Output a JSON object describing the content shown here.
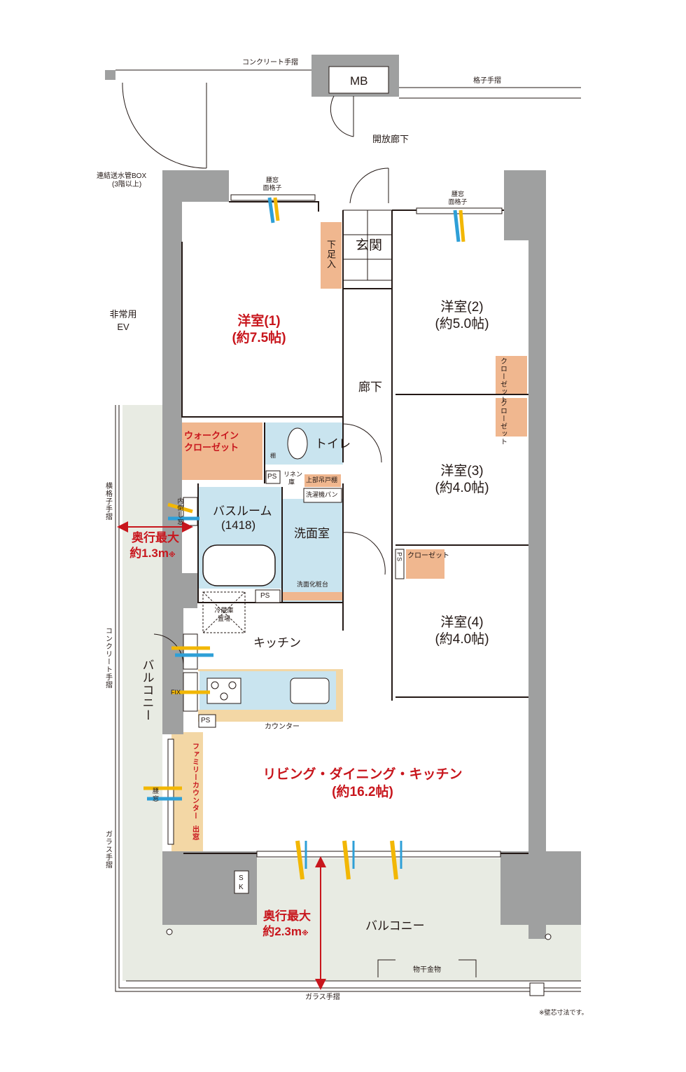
{
  "rooms": {
    "western1": {
      "name": "洋室(1)",
      "size": "(約7.5帖)"
    },
    "western2": {
      "name": "洋室(2)",
      "size": "(約5.0帖)"
    },
    "western3": {
      "name": "洋室(3)",
      "size": "(約4.0帖)"
    },
    "western4": {
      "name": "洋室(4)",
      "size": "(約4.0帖)"
    },
    "ldk": {
      "name": "リビング・ダイニング・キッチン",
      "size": "(約16.2帖)"
    },
    "walkin": {
      "line1": "ウォークイン",
      "line2": "クローゼット"
    },
    "toilet": "トイレ",
    "bath": {
      "name": "バスルーム",
      "size": "(1418)"
    },
    "washroom": "洗面室",
    "kitchen": "キッチン",
    "entrance": "玄関",
    "hallway": "廊下",
    "balcony_left": "バルコニー",
    "balcony_bottom": "バルコニー",
    "closet": "クローゼット",
    "shoe_box": "下足入",
    "mb": "MB",
    "emergency_ev": {
      "line1": "非常用",
      "line2": "EV"
    },
    "open_corridor": "開放廊下"
  },
  "labels": {
    "concrete_rail_top": "コンクリート手摺",
    "lattice_rail_top": "格子手摺",
    "pipe_box": "連結送水管BOX",
    "pipe_box_note": "(3階以上)",
    "waist_window_lattice": [
      "腰窓",
      "面格子"
    ],
    "horizontal_lattice_rail": "横格子手摺",
    "concrete_rail_left": "コンクリート手摺",
    "glass_rail_left": "ガラス手摺",
    "glass_rail_bottom": "ガラス手摺",
    "ps": "PS",
    "linen": [
      "リネン",
      "庫"
    ],
    "upper_cabinet": "上部吊戸棚",
    "washer_pan": "洗濯機パン",
    "vanity": "洗面化粧台",
    "fridge": [
      "冷蔵庫",
      "置場"
    ],
    "counter": "カウンター",
    "family_counter": "ファミリーカウンター",
    "bay_window": "出窓",
    "fix": "FIX",
    "waist_window": [
      "腰",
      "窓"
    ],
    "inner_tilt": "内倒し窓",
    "sk": [
      "S",
      "K"
    ],
    "laundry_hardware": "物干金物",
    "shelf": "棚",
    "footnote": "※壁芯寸法です。"
  },
  "dimensions": {
    "left": {
      "title": "奥行最大",
      "value": "約1.3m",
      "mark": "※"
    },
    "bottom": {
      "title": "奥行最大",
      "value": "約2.3m",
      "mark": "※"
    }
  },
  "colors": {
    "wall": "#9fa0a0",
    "wall_dark": "#8c8d8e",
    "wet_area": "#c9e4ef",
    "closet": "#f0b78f",
    "counter": "#f3d7a5",
    "balcony": "#e8ebe3",
    "dimension": "#c8161d",
    "wind_yellow": "#f2b705",
    "wind_blue": "#2e9fd7"
  }
}
